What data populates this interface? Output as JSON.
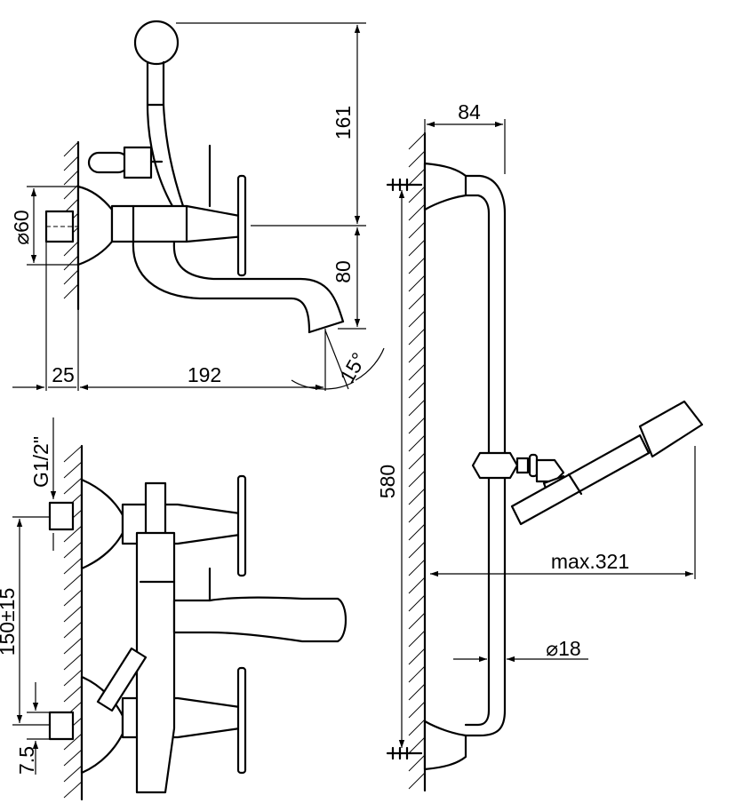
{
  "dimensions": {
    "handshower_height": "161",
    "spout_height": "80",
    "flange_diameter": "⌀60",
    "wall_offset": "25",
    "spout_reach": "192",
    "spout_angle": "15°",
    "connection_thread": "G1/2\"",
    "center_distance": "150±15",
    "eccentric_offset": "7.5",
    "bar_width": "84",
    "bar_length": "580",
    "max_reach": "max.321",
    "bar_diameter": "⌀18"
  }
}
